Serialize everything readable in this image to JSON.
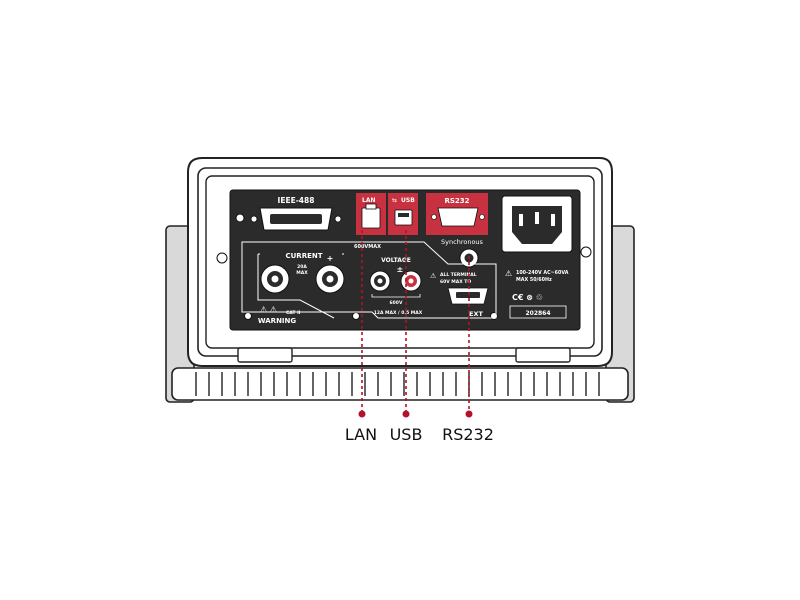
{
  "colors": {
    "background": "#ffffff",
    "outline": "#222222",
    "panel": "#2b2b2b",
    "highlight": "#c8313f",
    "leader": "#b3122a",
    "bumper": "#d9d9d9"
  },
  "panel": {
    "ieee_label": "IEEE-488",
    "lan_label": "LAN",
    "usb_label": "USB",
    "rs232_label": "RS232",
    "synchronous_label": "Synchronous",
    "current_label": "CURRENT",
    "voltage_label": "VOLTAGE",
    "current_rating": "20A",
    "current_rating_max": "MAX",
    "overvoltage_note": "600VMAX",
    "voltage_note": "600V",
    "fuse_note": "12A MAX / 0.5 MAX",
    "warning_label": "WARNING",
    "cat_label": "CAT II",
    "ext_label": "EXT",
    "ext_note_line1": "ALL TERMINAL",
    "ext_note_line2": "60V MAX TO",
    "power_note_line1": "100-240V AC~60VA",
    "power_note_line2": "MAX 50/60Hz",
    "serial_number": "202864",
    "plus_sign": "+",
    "plus_minus_sign": "±"
  },
  "callouts": {
    "lan": "LAN",
    "usb": "USB",
    "rs232": "RS232"
  }
}
